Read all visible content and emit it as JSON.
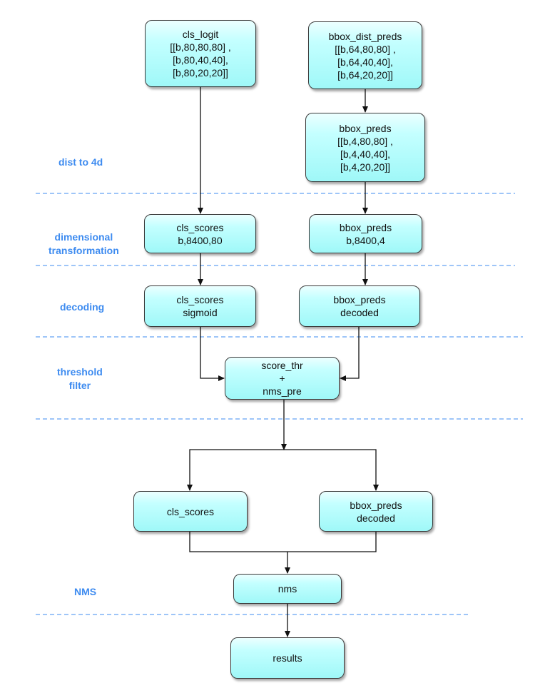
{
  "stages": {
    "dist_to_4d": "dist to 4d",
    "dimensional_1": "dimensional",
    "dimensional_2": "transformation",
    "decoding": "decoding",
    "threshold_1": "threshold",
    "threshold_2": "filter",
    "nms": "NMS"
  },
  "nodes": {
    "cls_logit": [
      "cls_logit",
      "[[b,80,80,80] ,",
      "[b,80,40,40],",
      "[b,80,20,20]]"
    ],
    "bbox_dist_preds": [
      "bbox_dist_preds",
      "[[b,64,80,80] ,",
      "[b,64,40,40],",
      "[b,64,20,20]]"
    ],
    "bbox_preds_4d": [
      "bbox_preds",
      "[[b,4,80,80] ,",
      "[b,4,40,40],",
      "[b,4,20,20]]"
    ],
    "cls_scores_flat": [
      "cls_scores",
      "b,8400,80"
    ],
    "bbox_preds_flat": [
      "bbox_preds",
      "b,8400,4"
    ],
    "cls_scores_sigmoid": [
      "cls_scores",
      "sigmoid"
    ],
    "bbox_preds_decoded": [
      "bbox_preds",
      "decoded"
    ],
    "score_thr": [
      "score_thr",
      "+",
      "nms_pre"
    ],
    "cls_scores_out": [
      "cls_scores"
    ],
    "bbox_preds_out": [
      "bbox_preds",
      "decoded"
    ],
    "nms": [
      "nms"
    ],
    "results": [
      "results"
    ]
  },
  "colors": {
    "stage_label": "#3d8bf0",
    "separator": "#3d8bf0",
    "node_fill": "#9ff8f8",
    "node_border": "#3a3a3a",
    "edge": "#111111"
  }
}
